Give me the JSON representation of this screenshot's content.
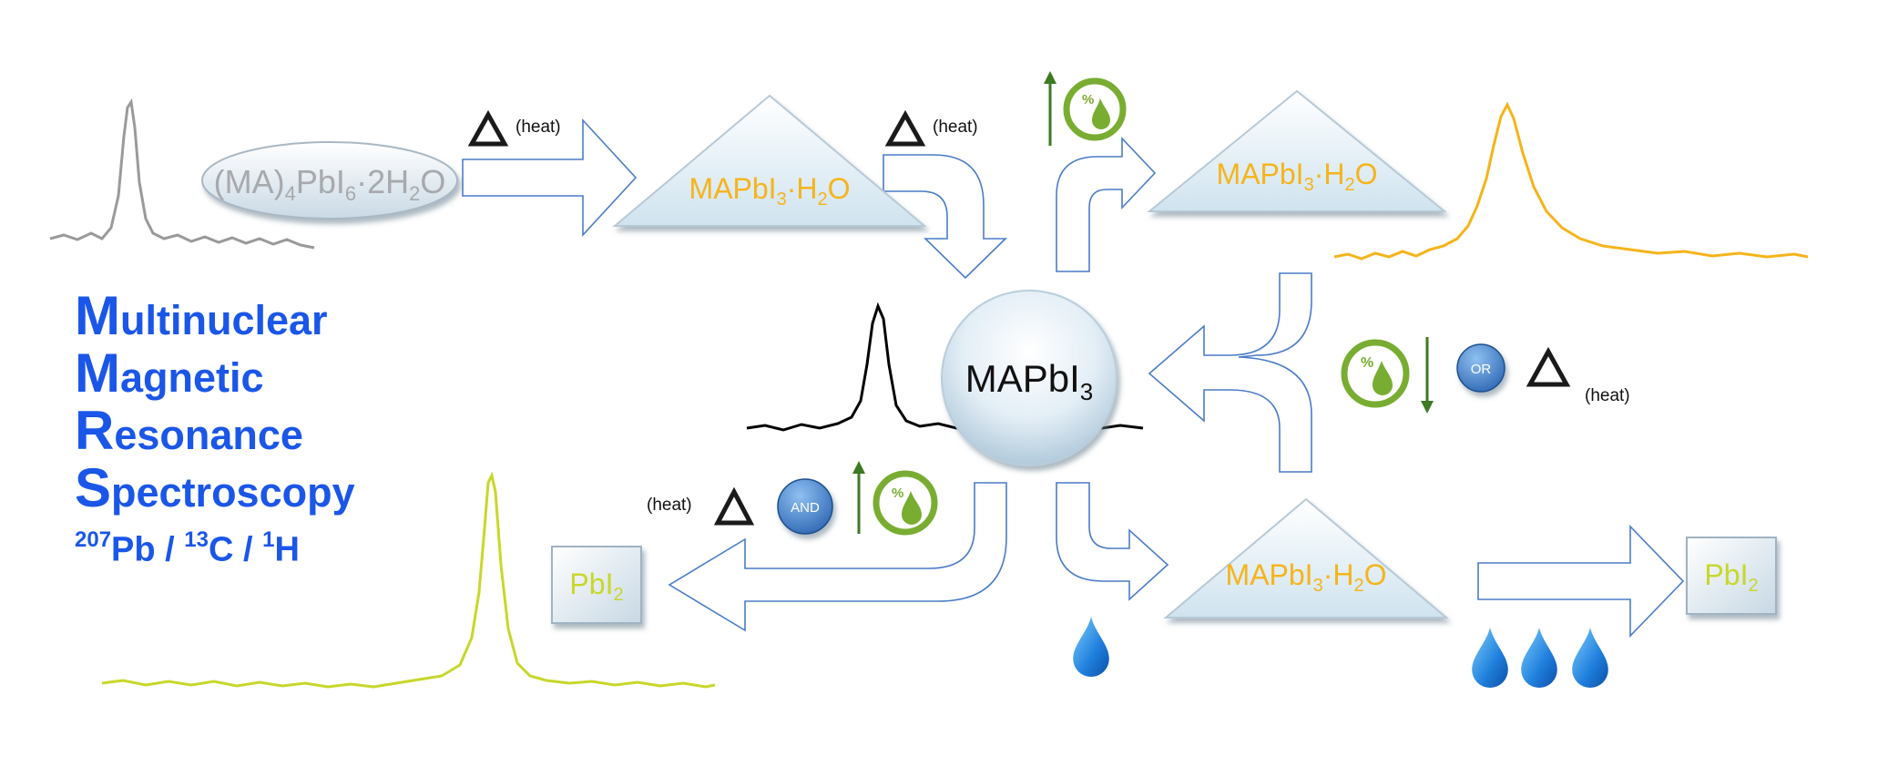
{
  "colors": {
    "title_blue": "#1a56e8",
    "hydrate_orange": "#f5b41a",
    "pbi2_yellow_green": "#c8d72a",
    "dihydrate_grey": "#a7a9ac",
    "arrow_outline": "#4a7cc7",
    "humidity_green": "#79ad32",
    "water_blue": "#1f7fdc",
    "logic_button_blue": "#3b7cc7"
  },
  "title": {
    "line1_cap": "M",
    "line1_rest": "ultinuclear",
    "line2_cap": "M",
    "line2_rest": "agnetic",
    "line3_cap": "R",
    "line3_rest": "esonance",
    "line4_cap": "S",
    "line4_rest": "pectroscopy",
    "nuclei": {
      "a_mass": "207",
      "a_el": "Pb",
      "sep1": " / ",
      "b_mass": "13",
      "b_el": "C",
      "sep2": " / ",
      "c_mass": "1",
      "c_el": "H"
    }
  },
  "species": {
    "dihydrate": {
      "pre": "(MA)",
      "sub1": "4",
      "mid": "PbI",
      "sub2": "6",
      "mid2": "·2H",
      "sub3": "2",
      "post": "O"
    },
    "hydrate": {
      "pre": "MAPbI",
      "sub1": "3",
      "mid": "·H",
      "sub2": "2",
      "post": "O"
    },
    "perovskite": {
      "pre": "MAPbI",
      "sub1": "3"
    },
    "lead_iodide": {
      "pre": "PbI",
      "sub1": "2"
    }
  },
  "symbols": {
    "delta": "Δ",
    "heat": "(heat)",
    "percent": "%",
    "or_label": "OR",
    "and_label": "AND"
  },
  "icons": [
    "delta-heat-icon",
    "humidity-icon",
    "water-drop-icon",
    "up-arrow-icon",
    "down-arrow-icon"
  ]
}
